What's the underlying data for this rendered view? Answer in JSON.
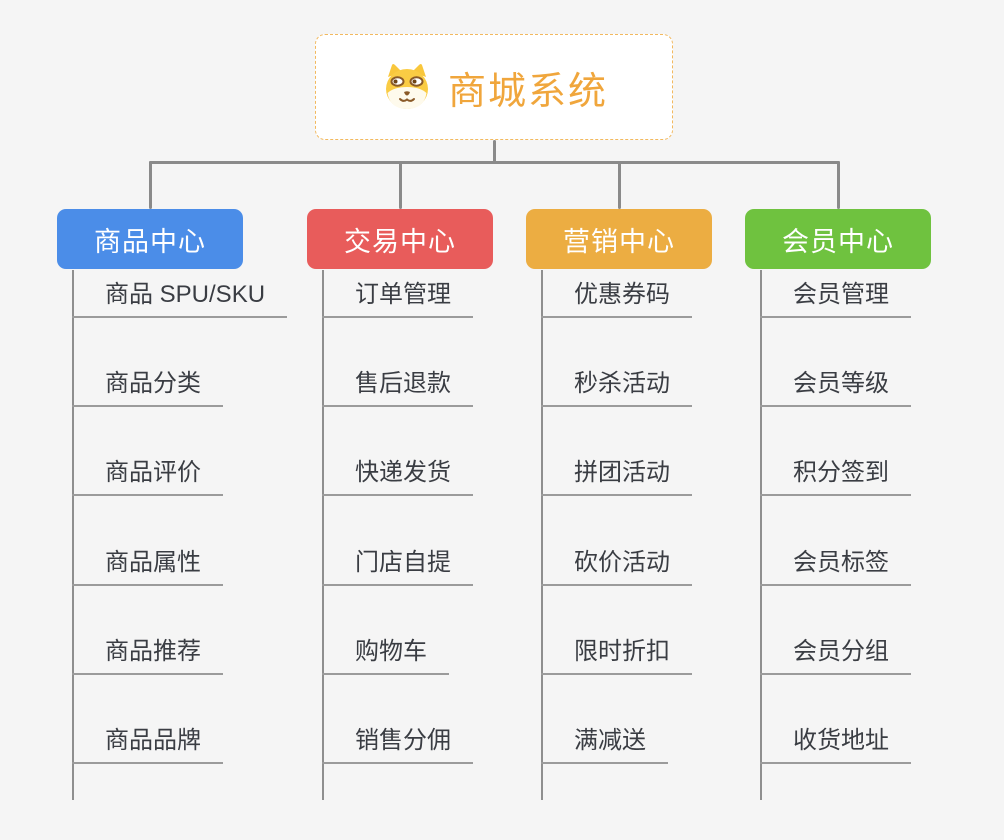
{
  "diagram": {
    "title_node": {
      "title": "商城系统",
      "icon": "dog-face-icon",
      "accent_color": "#F0A63C",
      "border_color": "#F2B95F",
      "background": "#FFFFFF"
    },
    "branches": [
      {
        "label": "商品中心",
        "color": "#4B8DE8",
        "children": [
          "商品 SPU/SKU",
          "商品分类",
          "商品评价",
          "商品属性",
          "商品推荐",
          "商品品牌"
        ]
      },
      {
        "label": "交易中心",
        "color": "#E85C5B",
        "children": [
          "订单管理",
          "售后退款",
          "快递发货",
          "门店自提",
          "购物车",
          "销售分佣"
        ]
      },
      {
        "label": "营销中心",
        "color": "#ECAD42",
        "children": [
          "优惠券码",
          "秒杀活动",
          "拼团活动",
          "砍价活动",
          "限时折扣",
          "满减送"
        ]
      },
      {
        "label": "会员中心",
        "color": "#6FC23F",
        "children": [
          "会员管理",
          "会员等级",
          "积分签到",
          "会员标签",
          "会员分组",
          "收货地址"
        ]
      }
    ],
    "colors": {
      "background": "#F5F5F5",
      "connector": "#8A8A8A",
      "underline": "#9B9B9B",
      "child_text": "#3A3D43"
    }
  }
}
